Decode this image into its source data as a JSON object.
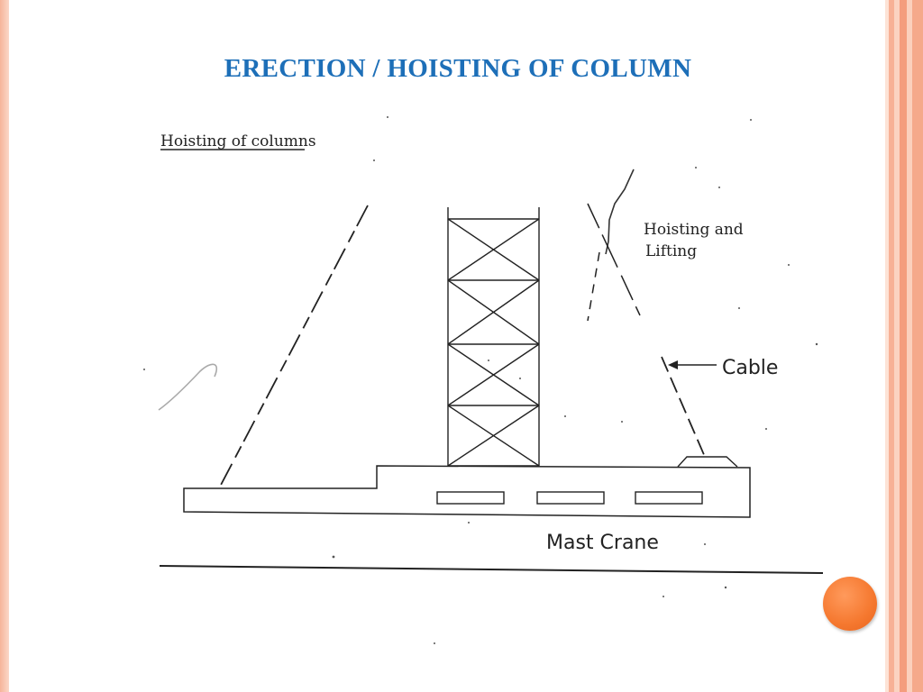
{
  "slide": {
    "title": "ERECTION / HOISTING OF COLUMN"
  },
  "diagram": {
    "heading": "Hoisting of columns",
    "hoisting_label_line1": "Hoisting and",
    "hoisting_label_line2": "Lifting",
    "cable_label": "Cable",
    "crane_label": "Mast Crane"
  },
  "colors": {
    "title": "#1d6fb8",
    "accent_dot": "#f5782f",
    "border": "#f49d7d"
  }
}
